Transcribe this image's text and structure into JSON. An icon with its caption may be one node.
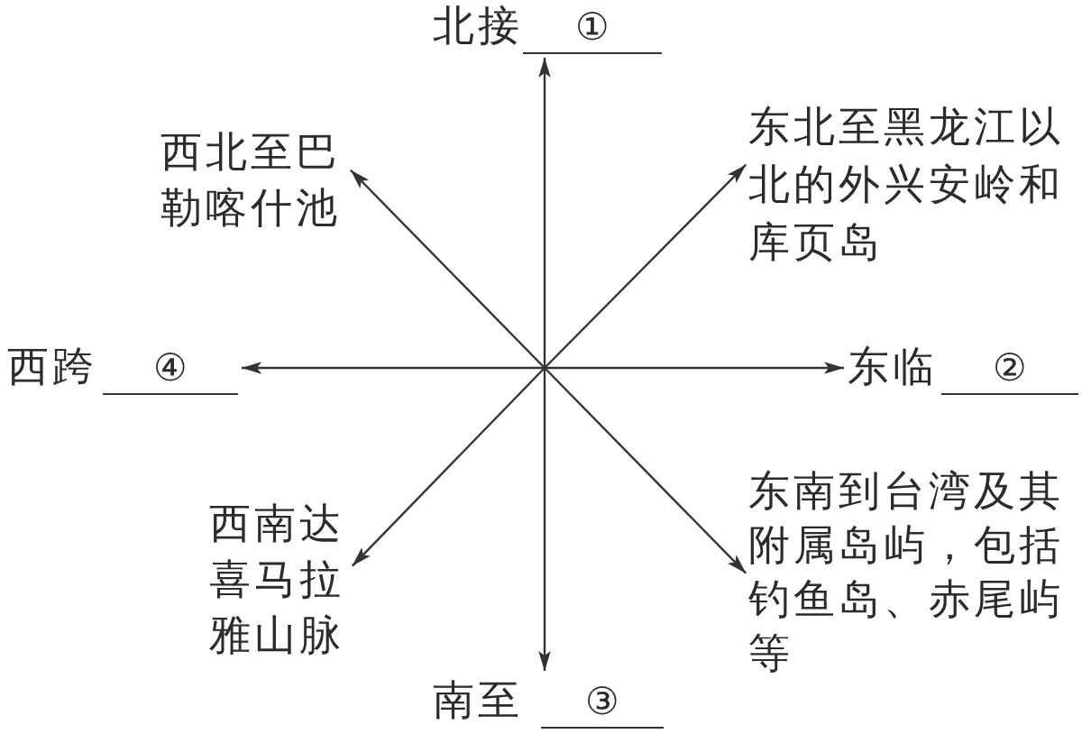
{
  "diagram": {
    "nodes": [
      {
        "text": [
          "北接",
          "①"
        ]
      },
      {
        "text": [
          "西北至巴勒喀什池"
        ]
      },
      {
        "text": [
          "东北至黑龙江以北的外兴安岭和库页岛"
        ]
      },
      {
        "text": [
          "西跨",
          "④"
        ]
      },
      {
        "text": [
          "东临",
          "②"
        ]
      },
      {
        "text": [
          "西南达喜马拉雅山脉"
        ]
      },
      {
        "text": [
          "东南到台湾及其附属岛屿，包括钓鱼岛、赤尾屿等"
        ]
      },
      {
        "text": [
          "南至",
          "③"
        ]
      }
    ],
    "edges": [
      {
        "from": null,
        "to": 0,
        "arrow": "to"
      },
      {
        "from": null,
        "to": 1,
        "arrow": "to"
      },
      {
        "from": null,
        "to": 2,
        "arrow": "to"
      },
      {
        "from": null,
        "to": 3,
        "arrow": "to"
      },
      {
        "from": null,
        "to": 4,
        "arrow": "to"
      },
      {
        "from": null,
        "to": 5,
        "arrow": "to"
      },
      {
        "from": null,
        "to": 6,
        "arrow": "to"
      },
      {
        "from": null,
        "to": 7,
        "arrow": "to"
      }
    ]
  }
}
